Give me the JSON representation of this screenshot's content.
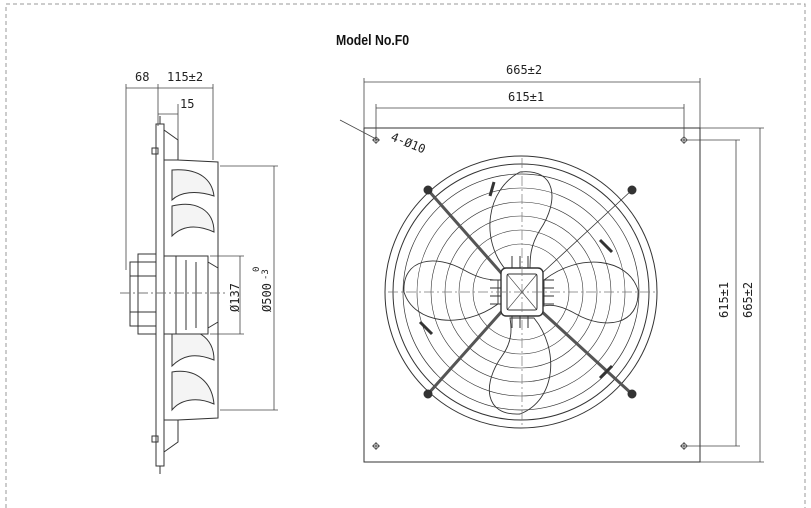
{
  "title": "Model No.F0",
  "side_view": {
    "dim_a": "68",
    "dim_b": "115±2",
    "dim_c": "15",
    "dim_hub": "Ø137",
    "dim_ring": "Ø500",
    "tol_upper": "0",
    "tol_lower": "-3"
  },
  "front_view": {
    "width_outer": "665±2",
    "width_holes": "615±1",
    "height_holes": "615±1",
    "height_outer": "665±2",
    "hole_spec": "4-Ø10"
  },
  "colors": {
    "line": "#333333",
    "thin": "#666666",
    "border": "#9a9a9a"
  }
}
